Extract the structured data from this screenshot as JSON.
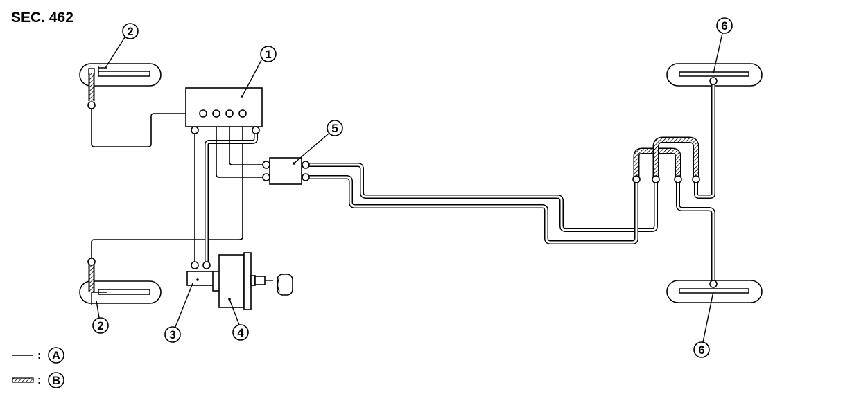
{
  "section_title": "SEC. 462",
  "callouts": {
    "c1": "1",
    "c2_top": "2",
    "c2_bottom": "2",
    "c3": "3",
    "c4": "4",
    "c5": "5",
    "c6_top": "6",
    "c6_bottom": "6"
  },
  "legend": {
    "colon_a": ":",
    "label_a": "A",
    "colon_b": ":",
    "label_b": "B"
  }
}
